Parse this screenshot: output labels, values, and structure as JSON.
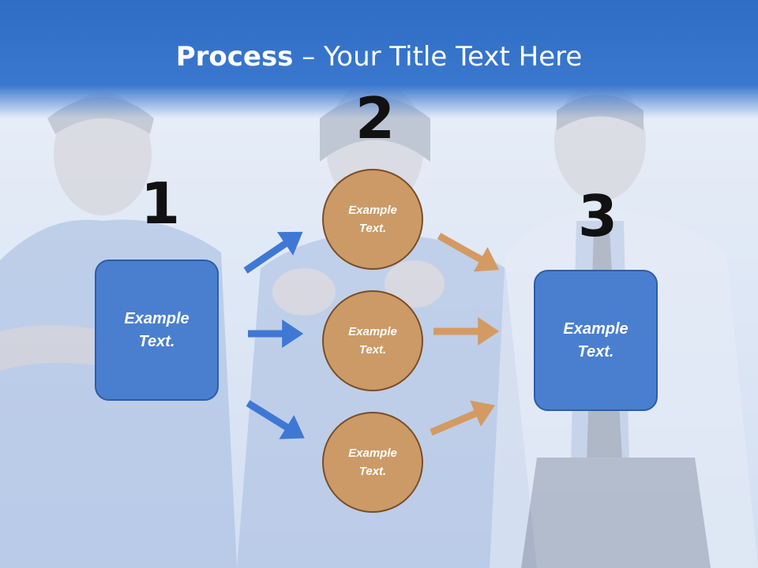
{
  "slide": {
    "title_bold": "Process",
    "title_rest": " – Your Title Text Here"
  },
  "steps": {
    "n1": "1",
    "n2": "2",
    "n3": "3"
  },
  "left_box": {
    "line1": "Example",
    "line2": "Text."
  },
  "middle_circles": [
    {
      "line1": "Example",
      "line2": "Text."
    },
    {
      "line1": "Example",
      "line2": "Text."
    },
    {
      "line1": "Example",
      "line2": "Text."
    }
  ],
  "right_box": {
    "line1": "Example",
    "line2": "Text."
  },
  "colors": {
    "header_blue": "#3a78cf",
    "box_blue": "#4a7fcf",
    "circle_tan": "#cc9a66",
    "arrow_blue": "#3f78d4",
    "arrow_tan": "#d49a62"
  }
}
